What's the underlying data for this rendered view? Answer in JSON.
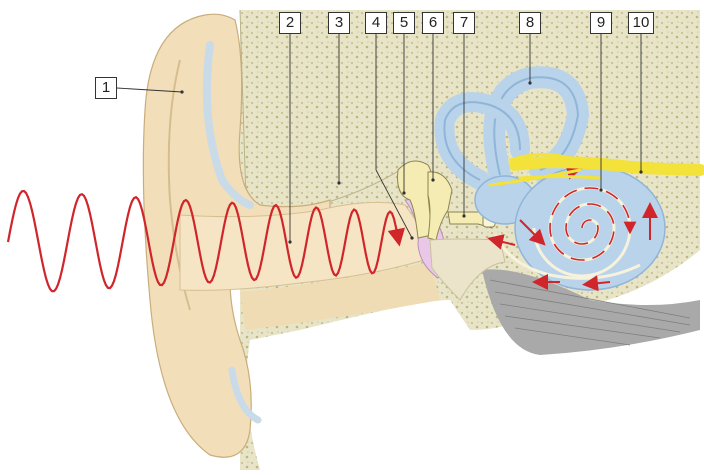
{
  "labels": [
    "1",
    "2",
    "3",
    "4",
    "5",
    "6",
    "7",
    "8",
    "9",
    "10"
  ],
  "colors": {
    "skin": "#f1ddb7",
    "skin_shadow": "#e3c896",
    "bone": "#e6e2c7",
    "bone_dots": "#c9c49a",
    "cartilage": "#dbe7f2",
    "canal": "#f5e4c2",
    "eardrum": "#e7c6e6",
    "ossicles": "#f3ebb0",
    "inner_ear": "#b9d3ea",
    "inner_ear_dark": "#8fb5d8",
    "nerve": "#f2e23a",
    "sound_wave": "#d0262b",
    "muscle": "#9a9a9a",
    "outline": "#333333"
  },
  "icons": {
    "sound_wave": "sine-wave",
    "fluid_flow": "red-arrows"
  }
}
